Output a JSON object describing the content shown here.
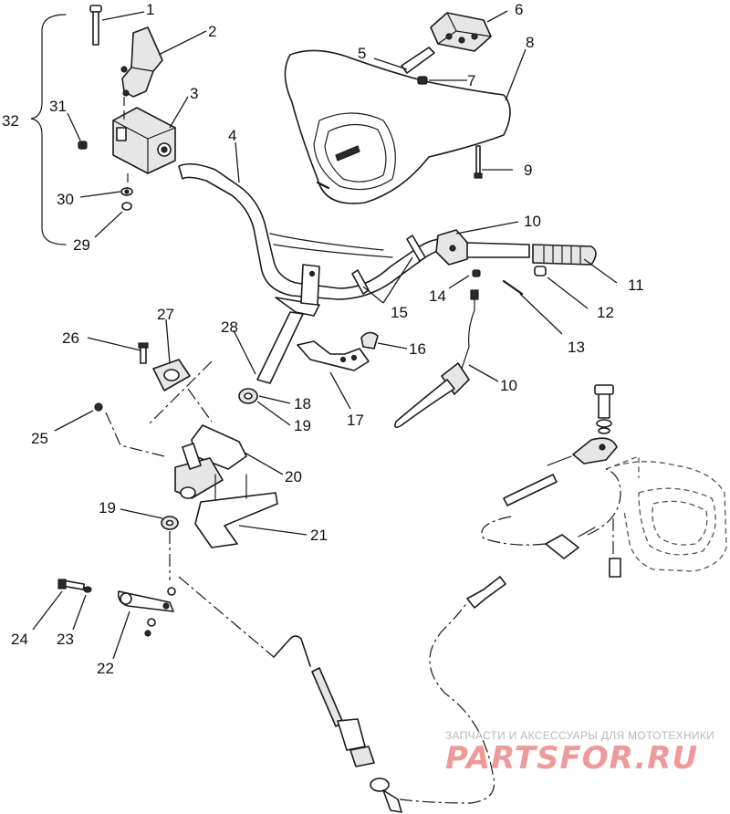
{
  "diagram": {
    "callouts": [
      {
        "id": "c1",
        "text": "1"
      },
      {
        "id": "c2",
        "text": "2"
      },
      {
        "id": "c3",
        "text": "3"
      },
      {
        "id": "c4",
        "text": "4"
      },
      {
        "id": "c5",
        "text": "5"
      },
      {
        "id": "c6",
        "text": "6"
      },
      {
        "id": "c7",
        "text": "7"
      },
      {
        "id": "c8",
        "text": "8"
      },
      {
        "id": "c9",
        "text": "9"
      },
      {
        "id": "c10a",
        "text": "10"
      },
      {
        "id": "c10b",
        "text": "10"
      },
      {
        "id": "c11",
        "text": "11"
      },
      {
        "id": "c12",
        "text": "12"
      },
      {
        "id": "c13",
        "text": "13"
      },
      {
        "id": "c14",
        "text": "14"
      },
      {
        "id": "c15",
        "text": "15"
      },
      {
        "id": "c16",
        "text": "16"
      },
      {
        "id": "c17",
        "text": "17"
      },
      {
        "id": "c18",
        "text": "18"
      },
      {
        "id": "c19a",
        "text": "19"
      },
      {
        "id": "c19b",
        "text": "19"
      },
      {
        "id": "c20",
        "text": "20"
      },
      {
        "id": "c21",
        "text": "21"
      },
      {
        "id": "c22",
        "text": "22"
      },
      {
        "id": "c23",
        "text": "23"
      },
      {
        "id": "c24",
        "text": "24"
      },
      {
        "id": "c25",
        "text": "25"
      },
      {
        "id": "c26",
        "text": "26"
      },
      {
        "id": "c27",
        "text": "27"
      },
      {
        "id": "c28",
        "text": "28"
      },
      {
        "id": "c29",
        "text": "29"
      },
      {
        "id": "c30",
        "text": "30"
      },
      {
        "id": "c31",
        "text": "31"
      },
      {
        "id": "c32",
        "text": "32"
      }
    ]
  },
  "watermark": {
    "subtitle": "ЗАПЧАСТИ И АКСЕССУАРЫ ДЛЯ МОТОТЕХНИКИ",
    "brand": "PARTSFOR.RU"
  },
  "colors": {
    "line": "#1a1a1a",
    "watermark_brand": "#ef9a9a",
    "watermark_sub": "#b9b9b9"
  }
}
